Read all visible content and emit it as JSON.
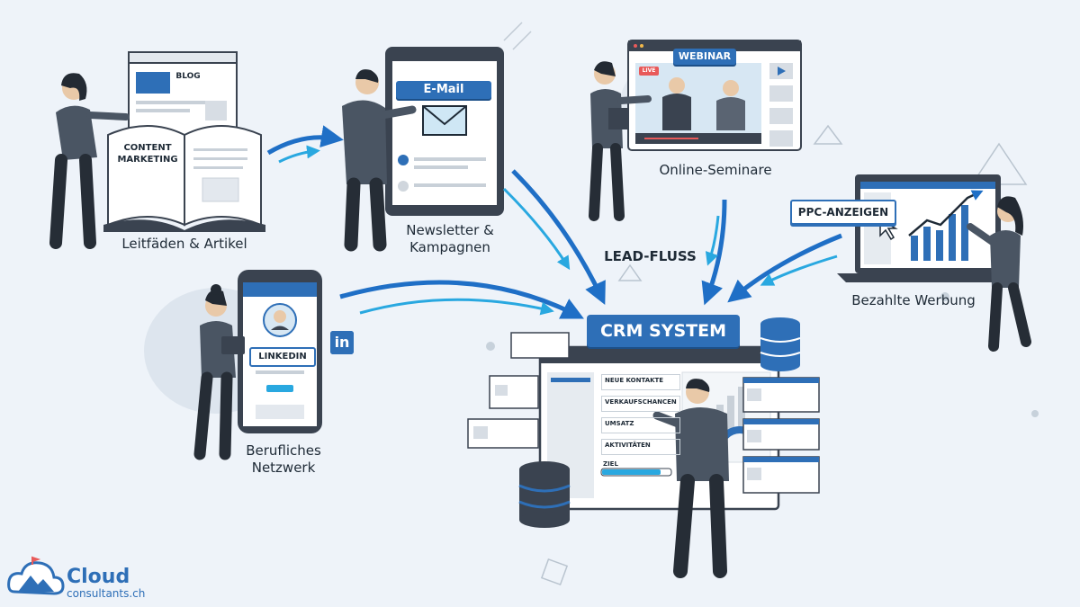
{
  "sources": {
    "content": {
      "blog_tag": "BLOG",
      "book_title": "CONTENT MARKETING",
      "caption": "Leitfäden & Artikel"
    },
    "email": {
      "tag": "E-Mail",
      "caption_line1": "Newsletter &",
      "caption_line2": "Kampagnen"
    },
    "webinar": {
      "tag": "WEBINAR",
      "live_badge": "LIVE",
      "caption": "Online-Seminare"
    },
    "ppc": {
      "tag": "PPC-ANZEIGEN",
      "caption": "Bezahlte Werbung"
    },
    "linkedin": {
      "tag": "LINKEDIN",
      "logo": "in",
      "caption_line1": "Berufliches",
      "caption_line2": "Netzwerk"
    }
  },
  "flow_label": "LEAD-FLUSS",
  "crm": {
    "title": "CRM SYSTEM",
    "rows": [
      "NEUE KONTAKTE",
      "VERKAUFSCHANCEN",
      "UMSATZ",
      "AKTIVITÄTEN",
      "ZIEL"
    ],
    "goal_progress": 0.85
  },
  "brand": {
    "name": "Cloud",
    "domain": "consultants.ch"
  },
  "colors": {
    "accent": "#2e6fb7",
    "arrow": "#1f6fc6",
    "dark": "#3a4350",
    "background": "#eef3f9"
  }
}
